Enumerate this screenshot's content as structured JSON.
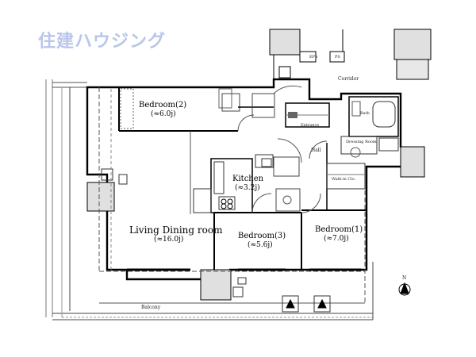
{
  "watermark": "住建ハウジング",
  "rooms": {
    "bedroom2": {
      "name": "Bedroom(2)",
      "area": "(≈6.0j)"
    },
    "kitchen": {
      "name": "Kitchen",
      "area": "(≈3.2j)"
    },
    "living": {
      "name": "Living Dining room",
      "area": "(≈16.0j)"
    },
    "bedroom3": {
      "name": "Bedroom(3)",
      "area": "(≈5.6j)"
    },
    "bedroom1": {
      "name": "Bedroom(1)",
      "area": "(≈7.0j)"
    }
  },
  "small_labels": {
    "corridor": "Corridor",
    "entrance": "Entrance",
    "hall": "Hall",
    "bath": "Bath",
    "dressing": "Dressing Room",
    "walkin_closet": "Walk-in Clo.",
    "balcony": "Balcony",
    "eps": "EPS",
    "ps": "PS",
    "north": "N"
  }
}
